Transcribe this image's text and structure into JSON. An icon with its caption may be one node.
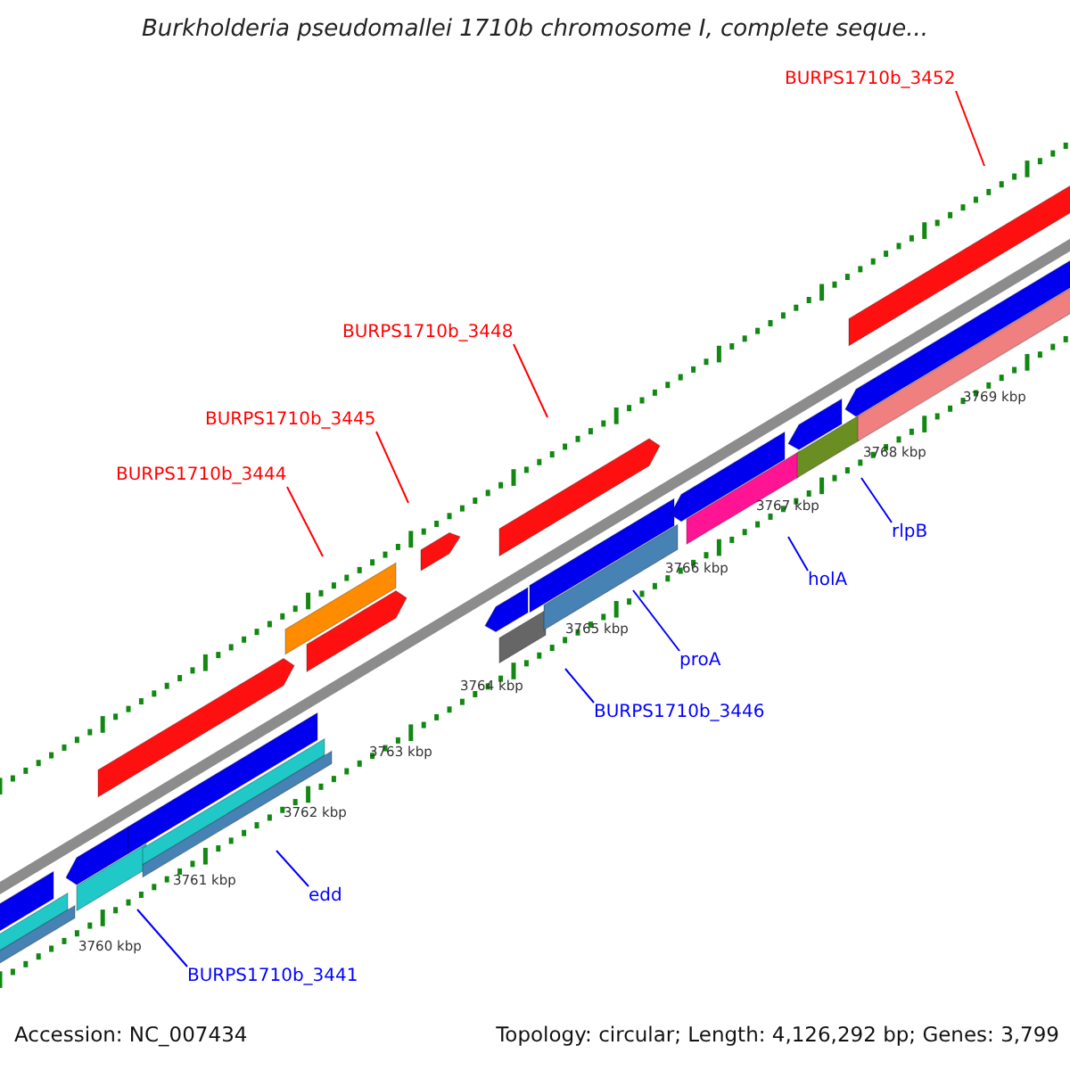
{
  "diagram": {
    "title": "Burkholderia pseudomallei 1710b chromosome I, complete seque...",
    "nodes": [
      {
        "text": [
          "BURPS1710b_3452"
        ]
      },
      {
        "text": [
          "BURPS1710b_3448"
        ]
      },
      {
        "text": [
          "BURPS1710b_3445"
        ]
      },
      {
        "text": [
          "BURPS1710b_3444"
        ]
      },
      {
        "text": [
          "rlpB"
        ]
      },
      {
        "text": [
          "holA"
        ]
      },
      {
        "text": [
          "proA"
        ]
      },
      {
        "text": [
          "BURPS1710b_3446"
        ]
      },
      {
        "text": [
          "edd"
        ]
      },
      {
        "text": [
          "BURPS1710b_3441"
        ]
      }
    ],
    "edges": [
      {
        "from": 0,
        "to": null,
        "arrow": "none",
        "color": "#ff0000"
      },
      {
        "from": 1,
        "to": null,
        "arrow": "none",
        "color": "#ff0000"
      },
      {
        "from": 2,
        "to": null,
        "arrow": "none",
        "color": "#ff0000"
      },
      {
        "from": 3,
        "to": null,
        "arrow": "none",
        "color": "#ff0000"
      },
      {
        "from": 4,
        "to": null,
        "arrow": "none"
      },
      {
        "from": 5,
        "to": null,
        "arrow": "none"
      },
      {
        "from": 6,
        "to": null,
        "arrow": "none"
      },
      {
        "from": 7,
        "to": null,
        "arrow": "none"
      },
      {
        "from": 8,
        "to": null,
        "arrow": "none"
      },
      {
        "from": 9,
        "to": null,
        "arrow": "none"
      }
    ],
    "labels": [
      "3769 kbp",
      "3768 kbp",
      "3767 kbp",
      "3766 kbp",
      "3765 kbp",
      "3764 kbp",
      "3763 kbp",
      "3762 kbp",
      "3761 kbp",
      "3760 kbp",
      "Accession: NC_007434",
      "Topology: circular; Length: 4,126,292 bp; Genes: 3,799"
    ]
  }
}
